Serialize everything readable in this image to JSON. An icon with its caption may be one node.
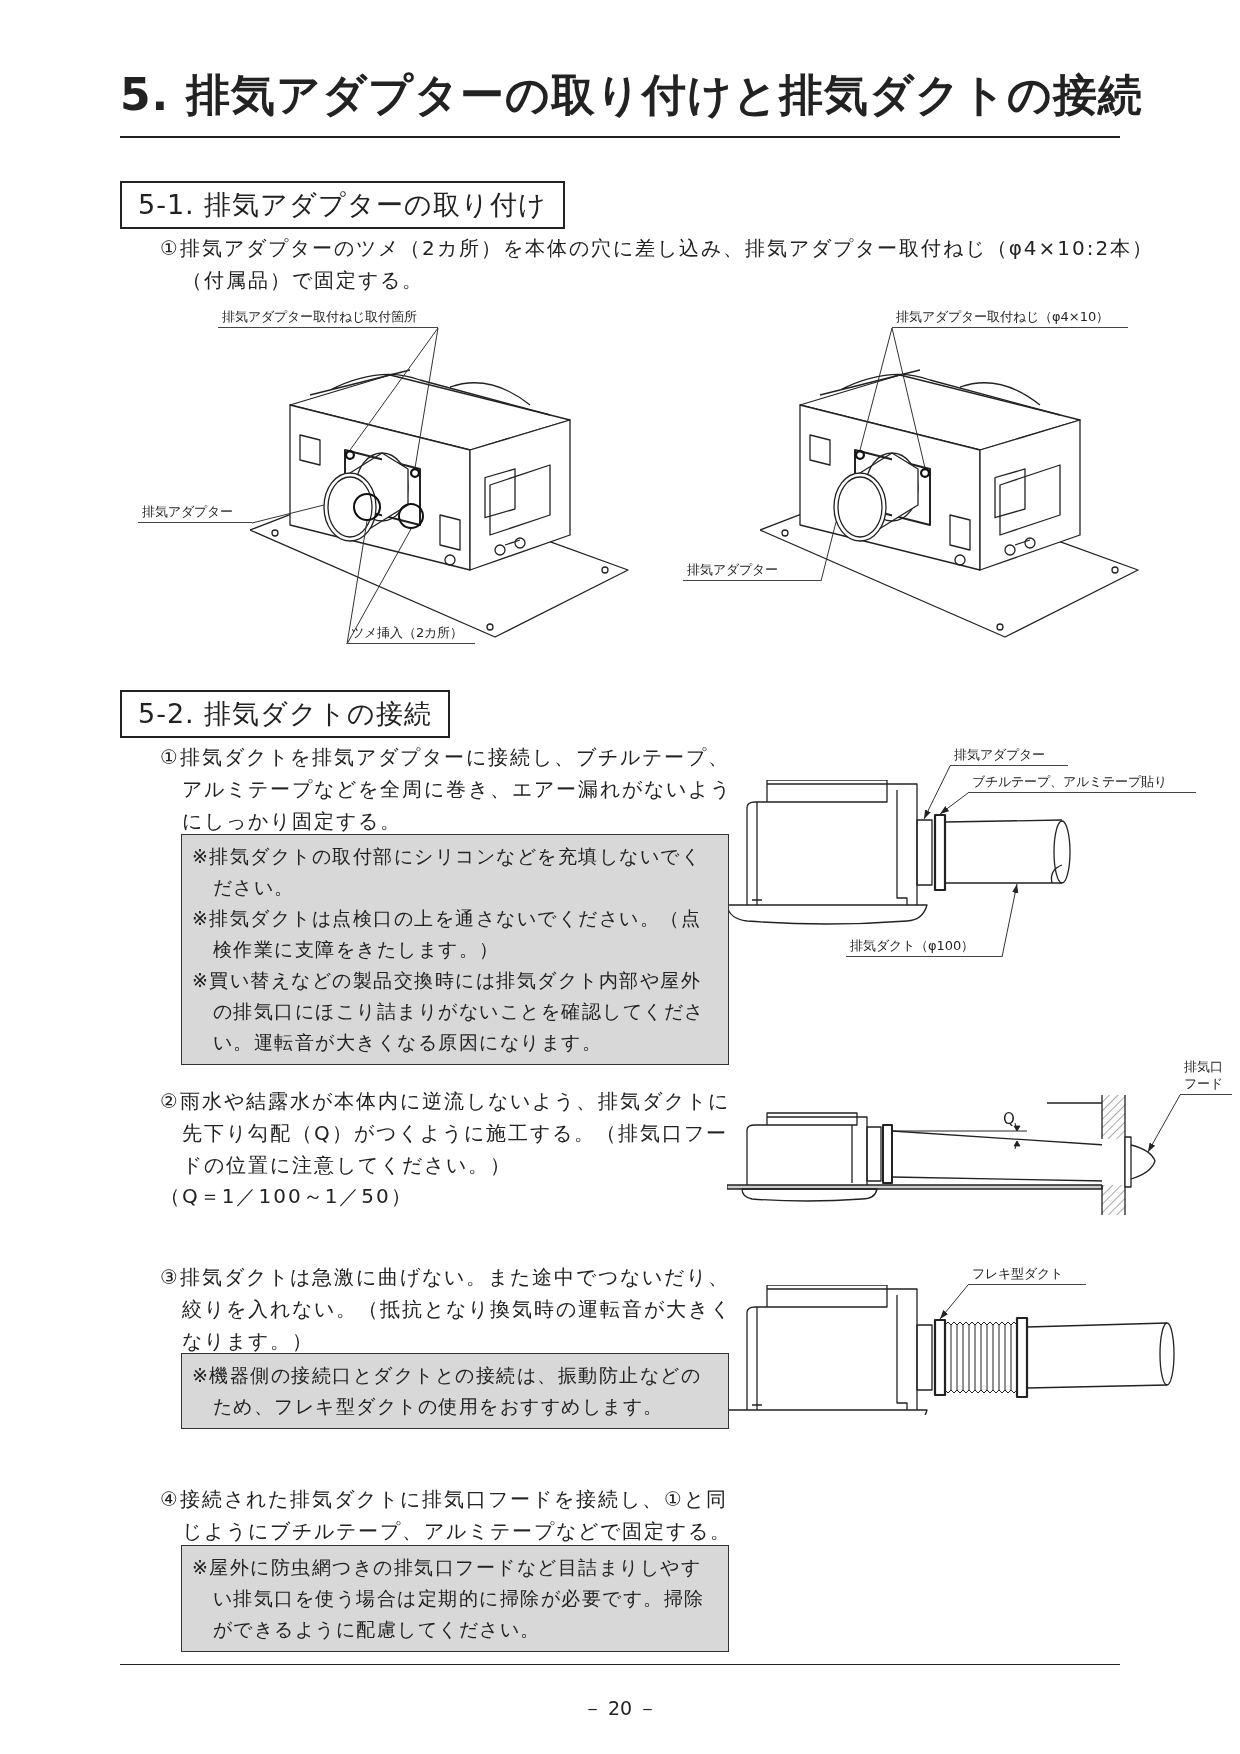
{
  "diagram": {
    "title": "5. 排気アダプターの取り付けと排気ダクトの接続",
    "nodes": [
      {
        "text": [
          "5-1. 排気アダプターの取り付け"
        ]
      },
      {
        "text": [
          "排気アダプター取付ねじ取付箇所"
        ]
      },
      {
        "text": [
          "排気アダプター"
        ]
      },
      {
        "text": [],
        "shape": "circle"
      },
      {
        "text": [],
        "shape": "circle"
      },
      {
        "text": [
          "ツメ挿入（2カ所）"
        ]
      },
      {
        "text": [
          "排気アダプター取付ねじ（φ4×10）"
        ]
      },
      {
        "text": [
          "排気アダプター"
        ]
      },
      {
        "text": [
          "5-2. 排気ダクトの接続"
        ]
      },
      {
        "text": [
          "排気アダプター"
        ]
      },
      {
        "text": [
          "ブチルテープ、アルミテープ貼り"
        ]
      },
      {
        "text": [
          "排気ダクト（φ100）"
        ]
      },
      {
        "text": [
          "※排気ダクトの取付部にシリコンなどを充填しないでください。",
          "※排気ダクトは点検口の上を通さないでください。（点検作業に支障をきたします。）",
          "※買い替えなどの製品交換時には排気ダクト内部や屋外の排気口にほこり詰まりがないことを確認してください。運転音が大きくなる原因になります。"
        ]
      },
      {
        "text": [
          "排気口フード"
        ]
      },
      {
        "text": [
          "フレキ型ダクト"
        ]
      },
      {
        "text": [
          "※機器側の接続口とダクトとの接続は、振動防止などのため、フレキ型ダクトの使用をおすすめします。"
        ]
      },
      {
        "text": [
          "※屋外に防虫網つきの排気口フードなど目詰まりしやすい排気口を使う場合は定期的に掃除が必要です。掃除ができるように配慮してください。"
        ]
      },
      {
        "text": [],
        "shape": "circle"
      },
      {
        "text": [],
        "shape": "circle"
      },
      {
        "text": [],
        "shape": "circle"
      },
      {
        "text": [],
        "shape": "circle"
      }
    ],
    "edges": [
      {
        "from": 1,
        "to": 17,
        "arrow": "none"
      },
      {
        "from": 1,
        "to": 18,
        "arrow": "none"
      },
      {
        "from": 2,
        "to": null,
        "arrow": "none"
      },
      {
        "from": 5,
        "to": 3,
        "arrow": "none"
      },
      {
        "from": 5,
        "to": 4,
        "arrow": "none"
      },
      {
        "from": 6,
        "to": 19,
        "arrow": "none"
      },
      {
        "from": 6,
        "to": 20,
        "arrow": "none"
      },
      {
        "from": 7,
        "to": null,
        "arrow": "none"
      },
      {
        "from": 9,
        "to": null,
        "arrow": "to"
      },
      {
        "from": 10,
        "to": null,
        "arrow": "to"
      },
      {
        "from": 11,
        "to": null,
        "arrow": "to"
      },
      {
        "from": 13,
        "to": null,
        "arrow": "to"
      },
      {
        "from": 14,
        "to": null,
        "arrow": "to"
      }
    ],
    "labels": [
      "①排気アダプターのツメ（2カ所）を本体の穴に差し込み、排気アダプター取付ねじ（φ4×10:2本）（付属品）で固定する。",
      "①排気ダクトを排気アダプターに接続し、ブチルテープ、アルミテープなどを全周に巻き、エアー漏れがないようにしっかり固定する。",
      "②雨水や結露水が本体内に逆流しないよう、排気ダクトに先下り勾配（Q）がつくように施工する。（排気口フードの位置に注意してください。）",
      "（Q＝1／100～1／50）",
      "Q",
      "③排気ダクトは急激に曲げない。また途中でつないだり、絞りを入れない。（抵抗となり換気時の運転音が大きくなります。）",
      "④接続された排気ダクトに排気口フードを接続し、①と同じようにブチルテープ、アルミテープなどで固定する。",
      "－ 20 －"
    ]
  }
}
